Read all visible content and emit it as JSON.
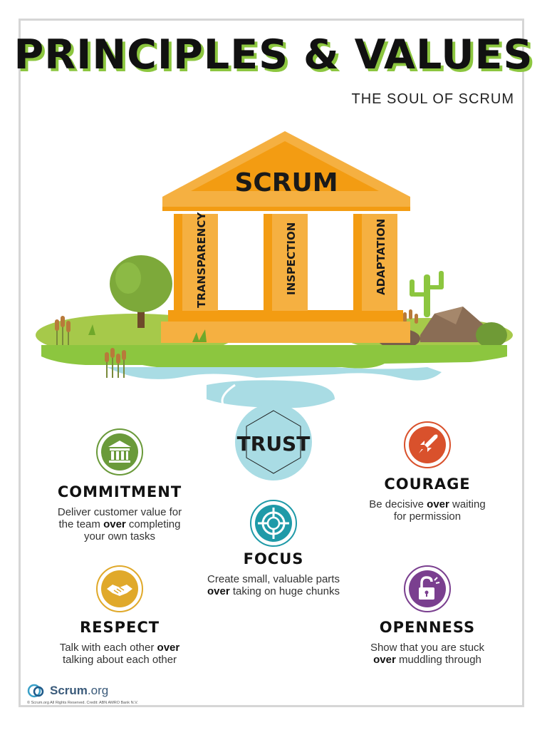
{
  "header": {
    "title": "PRINCIPLES & VALUES",
    "subtitle": "THE SOUL OF SCRUM"
  },
  "temple": {
    "roof_label": "SCRUM",
    "pillars": [
      "TRANSPARENCY",
      "INSPECTION",
      "ADAPTATION"
    ]
  },
  "trust": {
    "label": "TRUST"
  },
  "values": {
    "commitment": {
      "title": "COMMITMENT",
      "line1": "Deliver customer value for",
      "line2_pre": "the team ",
      "line2_bold": "over",
      "line2_post": " completing",
      "line3": "your own tasks",
      "icon": "temple-icon",
      "color": "#6a9a3a"
    },
    "courage": {
      "title": "COURAGE",
      "line1_pre": "Be decisive ",
      "line1_bold": "over",
      "line1_post": " waiting",
      "line2": "for permission",
      "icon": "rocket-icon",
      "color": "#d9512c"
    },
    "focus": {
      "title": "FOCUS",
      "line1": "Create small, valuable parts",
      "line2_bold": "over",
      "line2_post": " taking on huge chunks",
      "icon": "target-icon",
      "color": "#1f9aa8"
    },
    "respect": {
      "title": "RESPECT",
      "line1_pre": "Talk with each other ",
      "line1_bold": "over",
      "line2": "talking about each other",
      "icon": "handshake-icon",
      "color": "#e0a92a"
    },
    "openness": {
      "title": "OPENNESS",
      "line1": "Show that you are stuck",
      "line2_bold": "over",
      "line2_post": " muddling through",
      "icon": "unlock-icon",
      "color": "#7a3f8f"
    }
  },
  "footer": {
    "brand_main": "Scrum",
    "brand_suffix": ".org",
    "copyright": "© Scrum.org All Rights Reserved. Credit: ABN AMRO Bank N.V."
  }
}
